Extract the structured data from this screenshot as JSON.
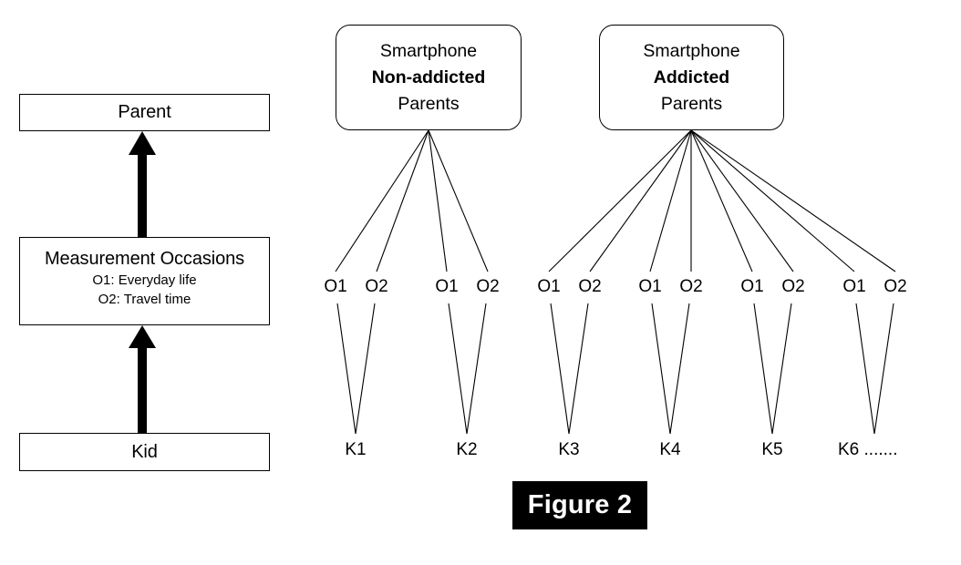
{
  "figure": {
    "caption": "Figure 2"
  },
  "left_column": {
    "levels": [
      {
        "id": "parent",
        "title": "Parent",
        "sublines": []
      },
      {
        "id": "measurement-occasions",
        "title": "Measurement Occasions",
        "sublines": [
          "O1: Everyday life",
          "O2: Travel time"
        ]
      },
      {
        "id": "kid",
        "title": "Kid",
        "sublines": []
      }
    ],
    "arrows": [
      {
        "id": "kid-to-measurement",
        "direction": "up"
      },
      {
        "id": "measurement-to-parent",
        "direction": "up"
      }
    ]
  },
  "tree": {
    "groups": [
      {
        "id": "non-addicted",
        "lines": [
          {
            "text": "Smartphone",
            "bold": false
          },
          {
            "text": "Non-addicted",
            "bold": true
          },
          {
            "text": "Parents",
            "bold": false
          }
        ],
        "kids": [
          {
            "label": "K1",
            "occasions": [
              "O1",
              "O2"
            ]
          },
          {
            "label": "K2",
            "occasions": [
              "O1",
              "O2"
            ]
          }
        ]
      },
      {
        "id": "addicted",
        "lines": [
          {
            "text": "Smartphone",
            "bold": false
          },
          {
            "text": "Addicted",
            "bold": true
          },
          {
            "text": "Parents",
            "bold": false
          }
        ],
        "kids": [
          {
            "label": "K3",
            "occasions": [
              "O1",
              "O2"
            ]
          },
          {
            "label": "K4",
            "occasions": [
              "O1",
              "O2"
            ]
          },
          {
            "label": "K5",
            "occasions": [
              "O1",
              "O2"
            ]
          },
          {
            "label": "K6 .......",
            "occasions": [
              "O1",
              "O2"
            ]
          }
        ]
      }
    ]
  },
  "colors": {
    "line": "#000000",
    "background": "#ffffff",
    "caption_bg": "#000000",
    "caption_fg": "#ffffff"
  }
}
